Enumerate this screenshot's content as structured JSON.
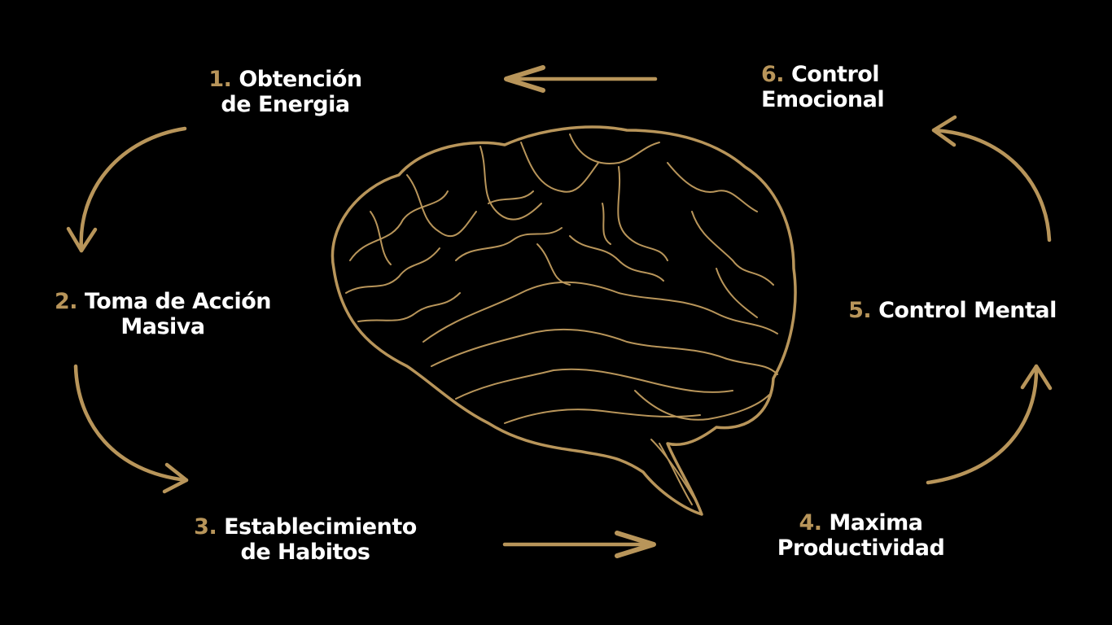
{
  "colors": {
    "background": "#000000",
    "accent_gold": "#B8955A",
    "text": "#FFFFFF"
  },
  "diagram": {
    "title": "",
    "center_image": "brain-illustration",
    "steps": [
      {
        "number": "1.",
        "line1": "Obtención",
        "line2": "de Energia"
      },
      {
        "number": "2.",
        "line1": "Toma de Acción",
        "line2": "Masiva"
      },
      {
        "number": "3.",
        "line1": "Establecimiento",
        "line2": "de Habitos"
      },
      {
        "number": "4.",
        "line1": "Maxima",
        "line2": "Productividad"
      },
      {
        "number": "5.",
        "line1": "Control Mental",
        "line2": ""
      },
      {
        "number": "6.",
        "line1": "Control",
        "line2": "Emocional"
      }
    ],
    "flow": [
      {
        "from": "1",
        "to": "2",
        "icon": "curved-arrow-down"
      },
      {
        "from": "2",
        "to": "3",
        "icon": "curved-arrow-right"
      },
      {
        "from": "3",
        "to": "4",
        "icon": "straight-arrow-right"
      },
      {
        "from": "4",
        "to": "5",
        "icon": "curved-arrow-up"
      },
      {
        "from": "5",
        "to": "6",
        "icon": "curved-arrow-up-left"
      },
      {
        "from": "6",
        "to": "1",
        "icon": "straight-arrow-left"
      }
    ]
  }
}
